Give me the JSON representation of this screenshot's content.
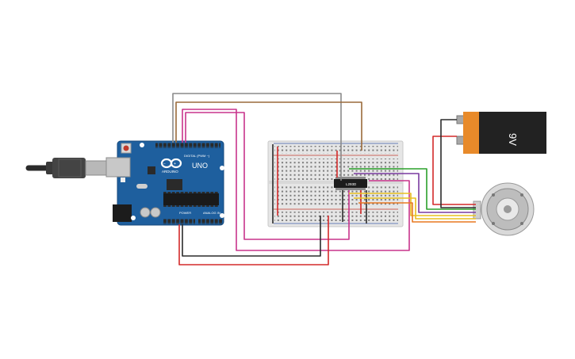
{
  "arduino": {
    "logo_text": "ARDUINO",
    "model": "UNO",
    "digital_header": "DIGITAL (PWM ~)",
    "power_header": "POWER",
    "analog_header": "ANALOG IN"
  },
  "chip": {
    "label": "L293D"
  },
  "battery": {
    "label": "9V"
  },
  "colors": {
    "board": "#1e5f9e",
    "breadboard": "#e6e6e6",
    "wire_red": "#d42a2a",
    "wire_black": "#2b2b2b",
    "wire_magenta": "#c8348c",
    "wire_brown": "#9a6a3a",
    "wire_gray": "#8a8a8a",
    "wire_green": "#2aa02a",
    "wire_purple": "#7a3aa0",
    "wire_yellow": "#e8c020",
    "wire_orange": "#e87820",
    "battery_orange": "#e88a2a",
    "battery_black": "#222222"
  }
}
